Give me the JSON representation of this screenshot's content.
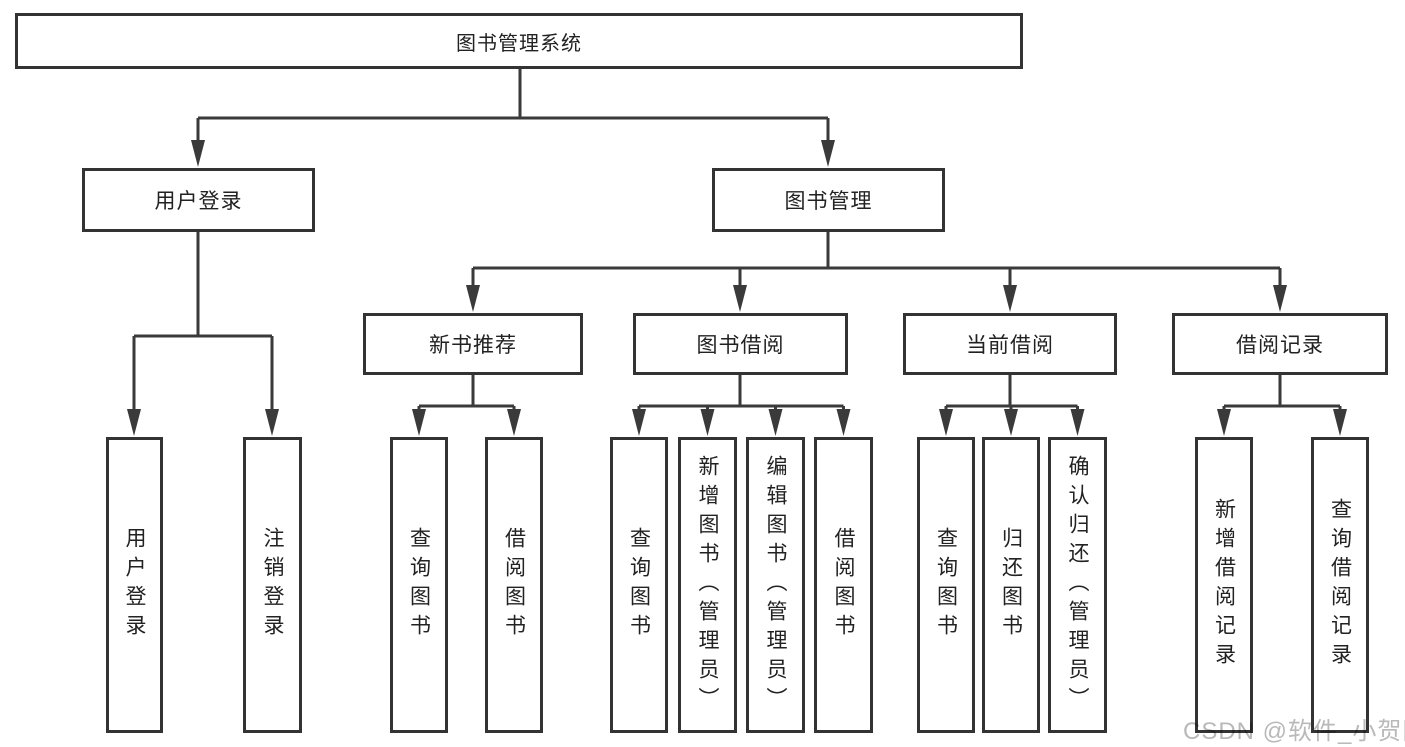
{
  "diagram": {
    "title": "图书管理系统",
    "branches": [
      {
        "label": "用户登录",
        "children": [
          {
            "label": "用户登录"
          },
          {
            "label": "注销登录"
          }
        ]
      },
      {
        "label": "图书管理",
        "children": [
          {
            "label": "新书推荐",
            "children": [
              {
                "label": "查询图书"
              },
              {
                "label": "借阅图书"
              }
            ]
          },
          {
            "label": "图书借阅",
            "children": [
              {
                "label": "查询图书"
              },
              {
                "label": "新增图书（管理员）"
              },
              {
                "label": "编辑图书（管理员）"
              },
              {
                "label": "借阅图书"
              }
            ]
          },
          {
            "label": "当前借阅",
            "children": [
              {
                "label": "查询图书"
              },
              {
                "label": "归还图书"
              },
              {
                "label": "确认归还（管理员）"
              }
            ]
          },
          {
            "label": "借阅记录",
            "children": [
              {
                "label": "新增借阅记录"
              },
              {
                "label": "查询借阅记录"
              }
            ]
          }
        ]
      }
    ]
  },
  "watermark": {
    "text": "CSDN @软件_小贺同学"
  },
  "colors": {
    "line": "#3a3a3a",
    "box_border": "#333333",
    "box_fill": "#ffffff",
    "text": "#222222",
    "watermark": "#b9b9b9"
  }
}
